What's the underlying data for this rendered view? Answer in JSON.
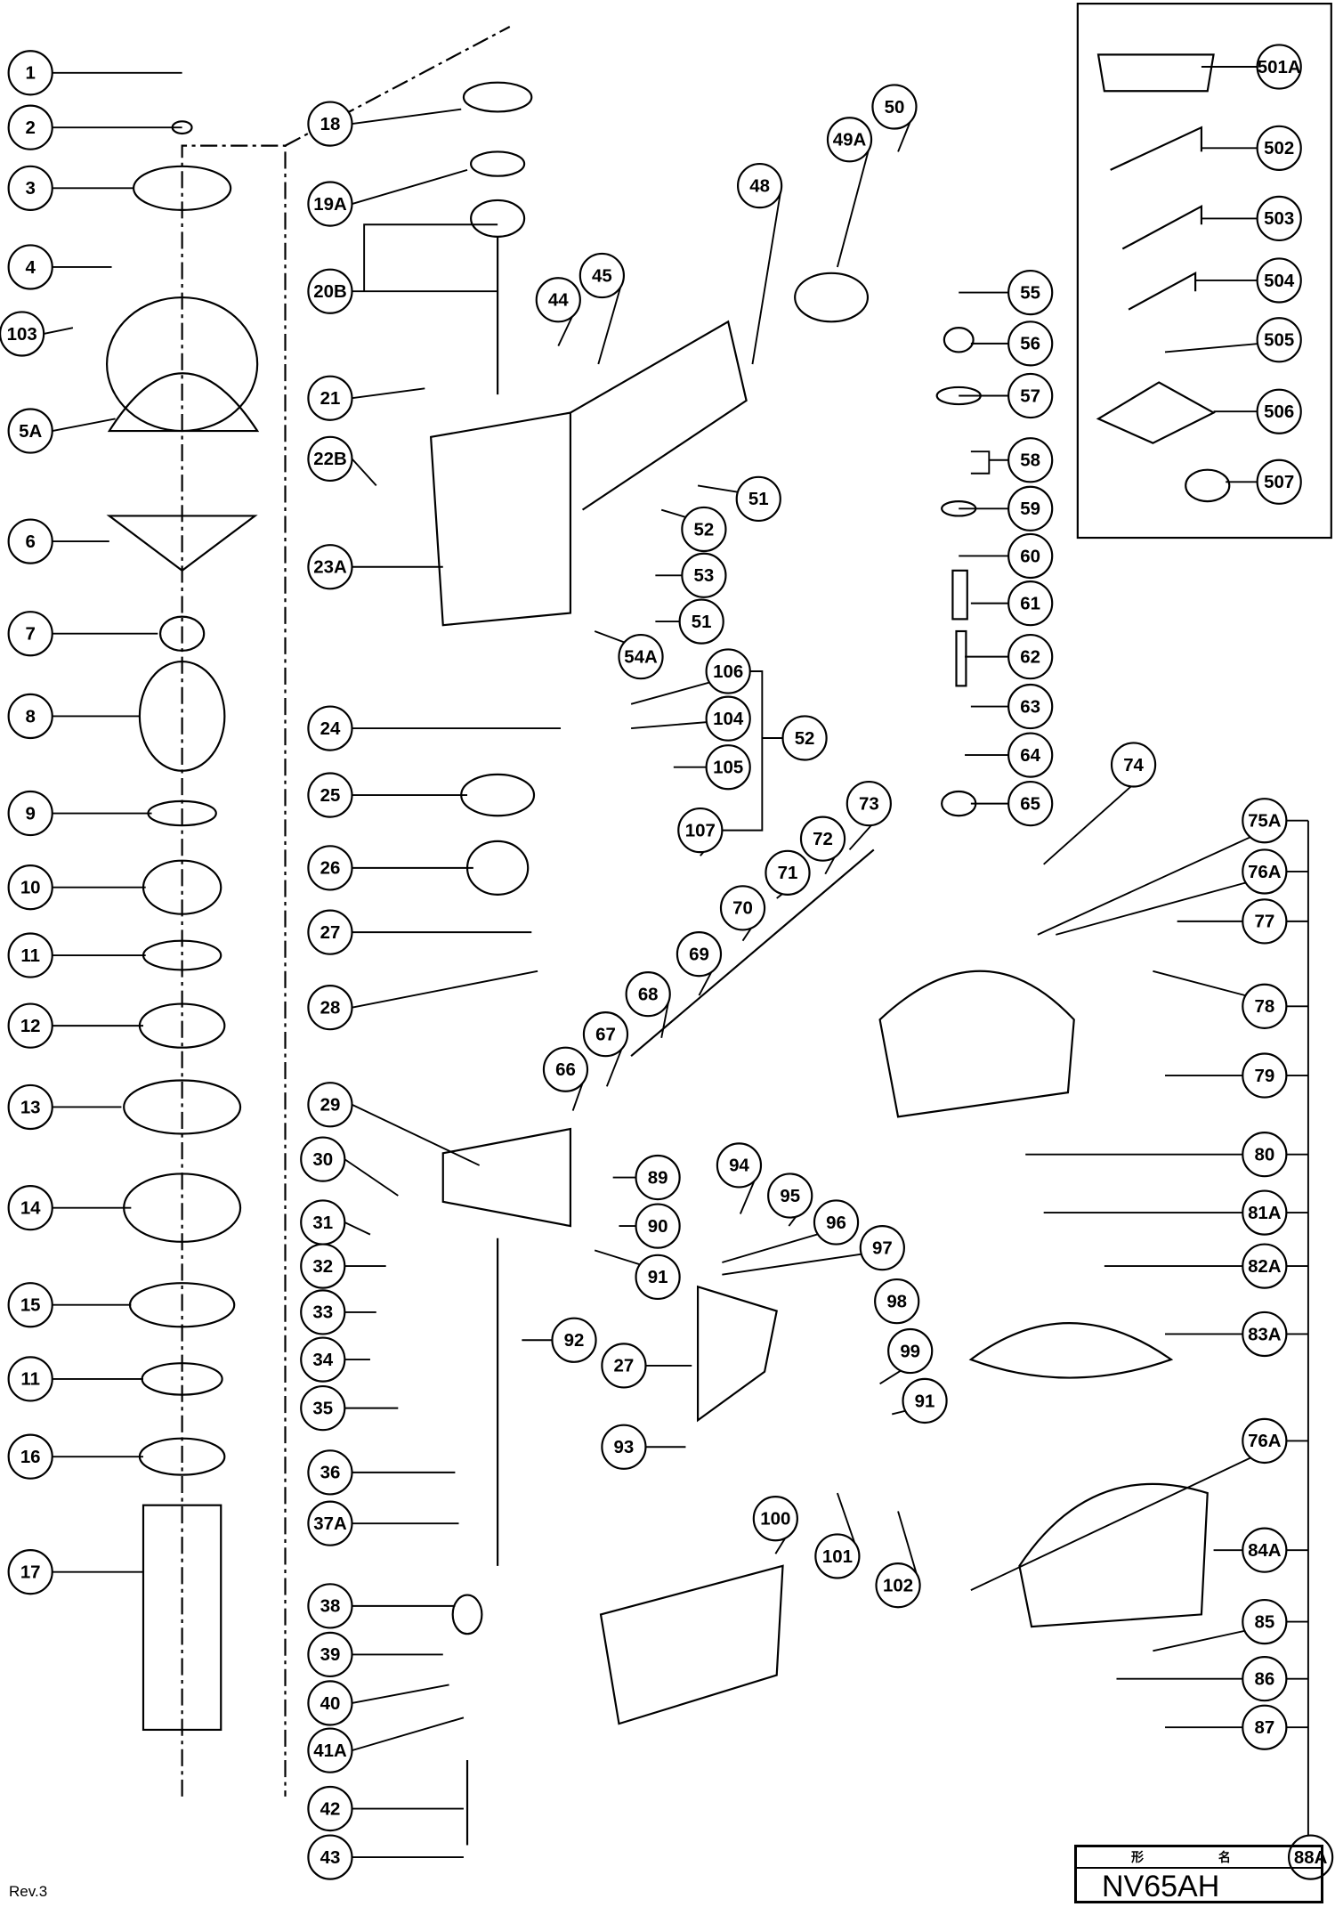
{
  "diagram": {
    "revision": "Rev.3",
    "title_header": "形 名",
    "model": "NV65AH",
    "part_labels": [
      "1",
      "2",
      "3",
      "4",
      "103",
      "5A",
      "6",
      "7",
      "8",
      "9",
      "10",
      "11",
      "12",
      "13",
      "14",
      "15",
      "11",
      "16",
      "17",
      "18",
      "19A",
      "20B",
      "21",
      "22B",
      "23A",
      "24",
      "25",
      "26",
      "27",
      "28",
      "29",
      "30",
      "31",
      "32",
      "33",
      "34",
      "35",
      "36",
      "37A",
      "38",
      "39",
      "40",
      "41A",
      "42",
      "43",
      "44",
      "45",
      "48",
      "49A",
      "50",
      "51",
      "52",
      "53",
      "51",
      "54A",
      "106",
      "104",
      "105",
      "52",
      "107",
      "55",
      "56",
      "57",
      "58",
      "59",
      "60",
      "61",
      "62",
      "63",
      "64",
      "65",
      "74",
      "75A",
      "76A",
      "77",
      "78",
      "79",
      "80",
      "81A",
      "82A",
      "83A",
      "76A",
      "84A",
      "85",
      "86",
      "87",
      "88A",
      "501A",
      "502",
      "503",
      "504",
      "505",
      "506",
      "507",
      "73",
      "72",
      "71",
      "70",
      "69",
      "68",
      "67",
      "66",
      "89",
      "90",
      "91",
      "94",
      "95",
      "96",
      "97",
      "98",
      "99",
      "91",
      "92",
      "27",
      "93",
      "100",
      "101",
      "102"
    ]
  }
}
